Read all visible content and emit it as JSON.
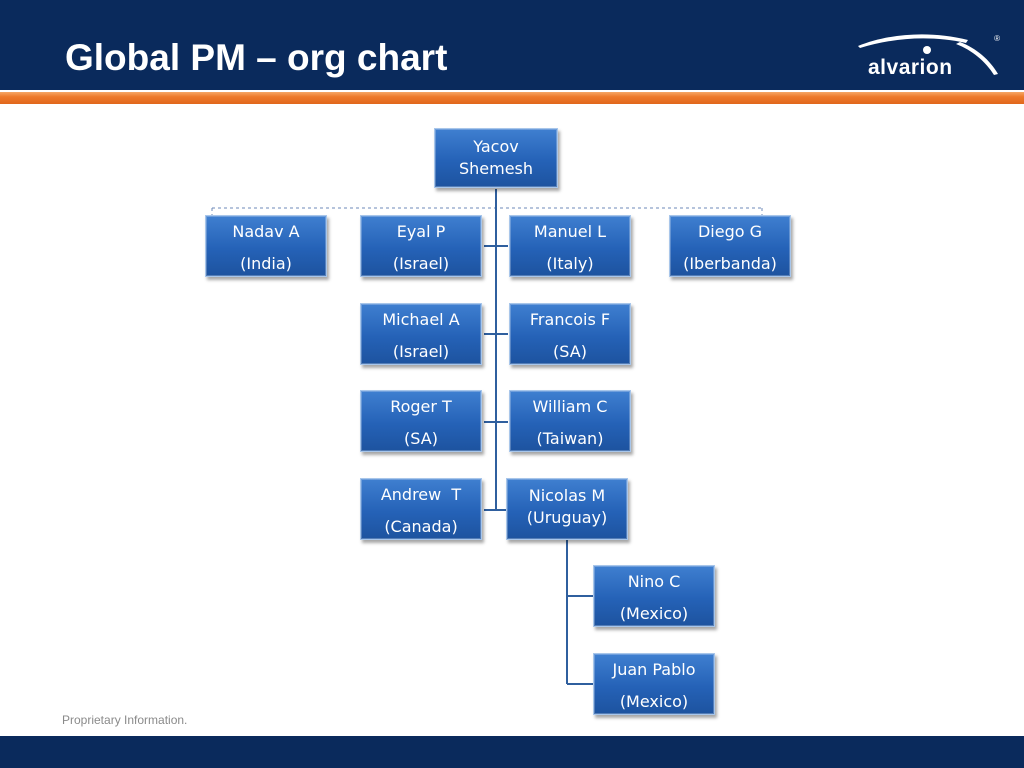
{
  "slide": {
    "title": "Global PM – org chart",
    "footnote": "Proprietary Information.",
    "logo_text": "alvarion",
    "logo_mark": "®"
  },
  "colors": {
    "header": "#0a2a5c",
    "accent": "#ee7a2b",
    "node_fill": "#2562b7",
    "connector": "#2f5f9e"
  },
  "org": {
    "root": {
      "name": "Yacov",
      "name2": "Shemesh"
    },
    "dotted_reports": [
      {
        "name": "Nadav A",
        "region": "(India)"
      },
      {
        "name": "Diego G",
        "region": "(Iberbanda)"
      }
    ],
    "left_reports": [
      {
        "name": "Eyal P",
        "region": "(Israel)"
      },
      {
        "name": "Michael A",
        "region": "(Israel)"
      },
      {
        "name": "Roger T",
        "region": "(SA)"
      },
      {
        "name": "Andrew  T",
        "region": "(Canada)"
      }
    ],
    "right_reports": [
      {
        "name": "Manuel L",
        "region": "(Italy)"
      },
      {
        "name": "Francois F",
        "region": "(SA)"
      },
      {
        "name": "William C",
        "region": "(Taiwan)"
      },
      {
        "name": "Nicolas M",
        "region": "(Uruguay)"
      }
    ],
    "sub_reports": [
      {
        "name": "Nino C",
        "region": "(Mexico)"
      },
      {
        "name": "Juan Pablo",
        "region": "(Mexico)"
      }
    ]
  }
}
